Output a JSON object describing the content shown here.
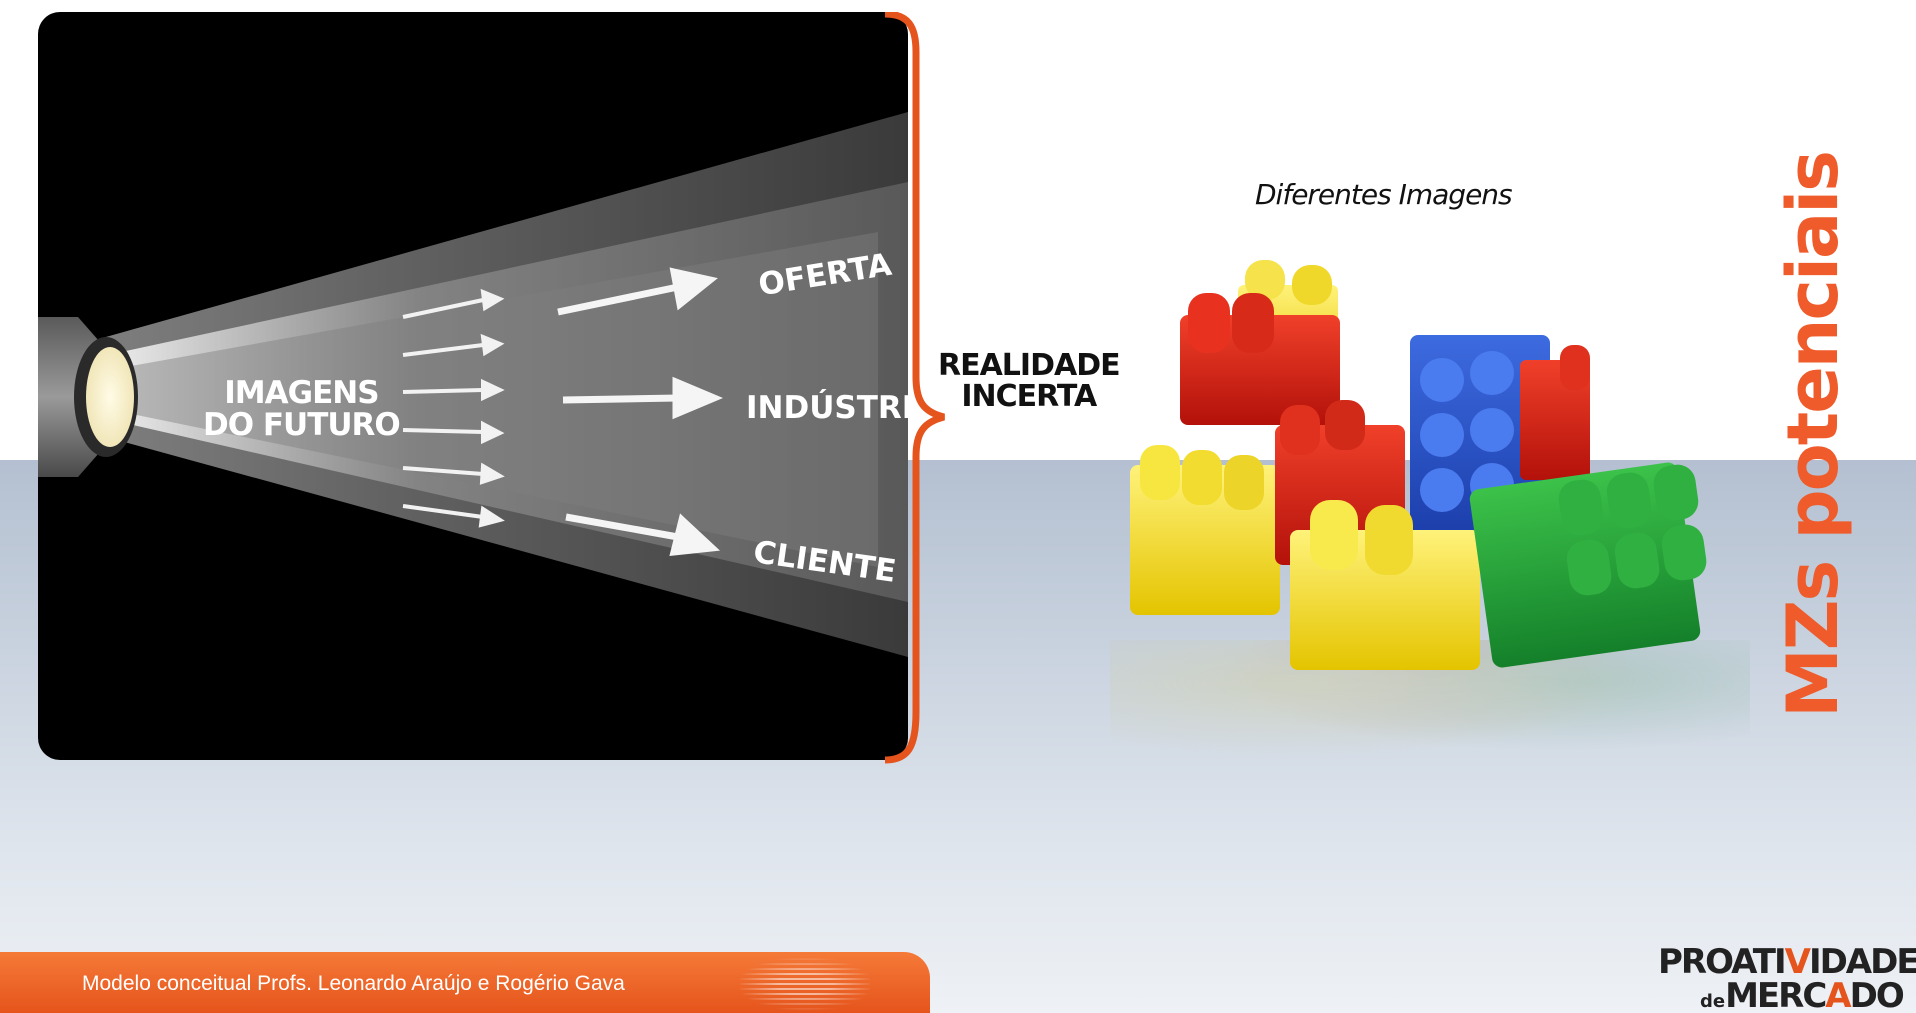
{
  "diagram": {
    "beam_source_label": "IMAGENS\nDO FUTURO",
    "beam_targets": [
      "OFERTA",
      "INDÚSTRIA",
      "CLIENTE"
    ],
    "brace_label": "REALIDADE\nINCERTA",
    "image_caption": "Diferentes Imagens",
    "side_title": "MZs potenciais"
  },
  "footer": {
    "credit": "Modelo conceitual Profs. Leonardo Araújo e Rogério Gava"
  },
  "logo": {
    "line1_a": "PROATI",
    "line1_accent": "V",
    "line1_b": "IDADE",
    "line2_prefix": "de",
    "line2_a": "MERC",
    "line2_accent": "A",
    "line2_b": "DO"
  },
  "colors": {
    "accent": "#ef5b2a",
    "footer_bar": "#e5541c",
    "stage": "#000000",
    "floor": "#c6d0dd"
  }
}
